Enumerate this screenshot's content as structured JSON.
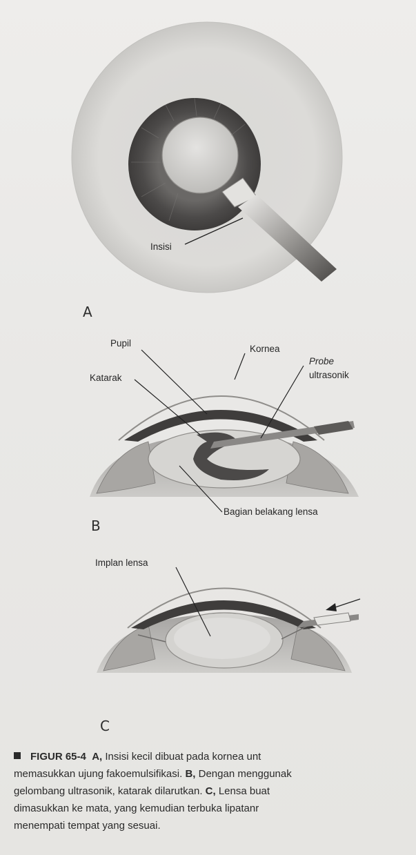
{
  "panels": {
    "a": {
      "letter": "A",
      "labels": {
        "insisi": "Insisi"
      }
    },
    "b": {
      "letter": "B",
      "labels": {
        "pupil": "Pupil",
        "kornea": "Kornea",
        "katarak": "Katarak",
        "probe": "Probe",
        "ultrasonik": "ultrasonik",
        "bagian_belakang": "Bagian belakang lensa"
      }
    },
    "c": {
      "letter": "C",
      "labels": {
        "implan": "Implan lensa"
      }
    }
  },
  "caption": {
    "figure_number": "FIGUR 65-4",
    "a_label": "A,",
    "a_text": " Insisi kecil dibuat pada kornea unt",
    "line2": "memasukkan ujung fakoemulsifikasi. ",
    "b_label": "B,",
    "b_text": " Dengan menggunak",
    "line3_pre": "gelombang ultrasonik, katarak dilarutkan. ",
    "c_label": "C,",
    "c_text": " Lensa buat",
    "line4": "dimasukkan ke mata, yang kemudian terbuka lipatanr",
    "line5": "menempati tempat yang sesuai."
  }
}
